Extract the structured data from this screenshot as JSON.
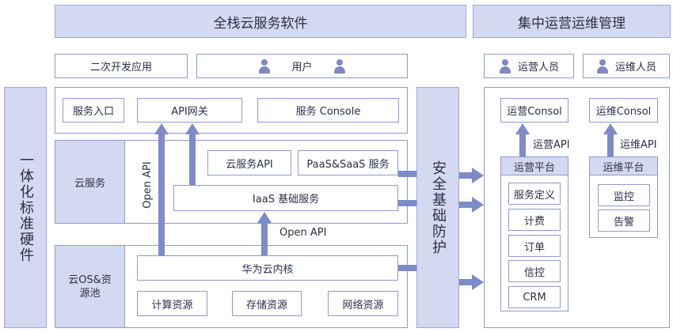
{
  "header": {
    "main_title": "全栈云服务软件",
    "ops_title": "集中运营运维管理"
  },
  "left_column": {
    "label": "一体化标准硬件"
  },
  "top_row": {
    "secondary_dev": "二次开发应用",
    "users": "用户",
    "operator": "运营人员",
    "maintainer": "运维人员"
  },
  "portal_row": {
    "service_entry": "服务入口",
    "api_gateway": "API网关",
    "service_console": "服务 Console"
  },
  "cloud_service": {
    "label": "云服务",
    "cloud_api": "云服务API",
    "paas_saas": "PaaS&SaaS 服务",
    "iaas": "IaaS 基础服务"
  },
  "arrows": {
    "open_api_vertical": "Open API",
    "open_api_horizontal": "Open API",
    "ops_api": "运营API",
    "maint_api": "运维API"
  },
  "resource_pool": {
    "label": "云OS&资源池",
    "kernel": "华为云内核",
    "compute": "计算资源",
    "storage": "存储资源",
    "network": "网络资源"
  },
  "security": {
    "label": "安全基础防护"
  },
  "ops_platform": {
    "console": "运营Consol",
    "title": "运营平台",
    "items": [
      "服务定义",
      "计费",
      "订单",
      "信控",
      "CRM"
    ]
  },
  "maint_platform": {
    "console": "运维Consol",
    "title": "运维平台",
    "items": [
      "监控",
      "告警"
    ]
  },
  "colors": {
    "band": "#d4d9f2",
    "border": "#8f9ad0",
    "arrow": "#7e8bc9",
    "icon": "#7d89c2"
  }
}
